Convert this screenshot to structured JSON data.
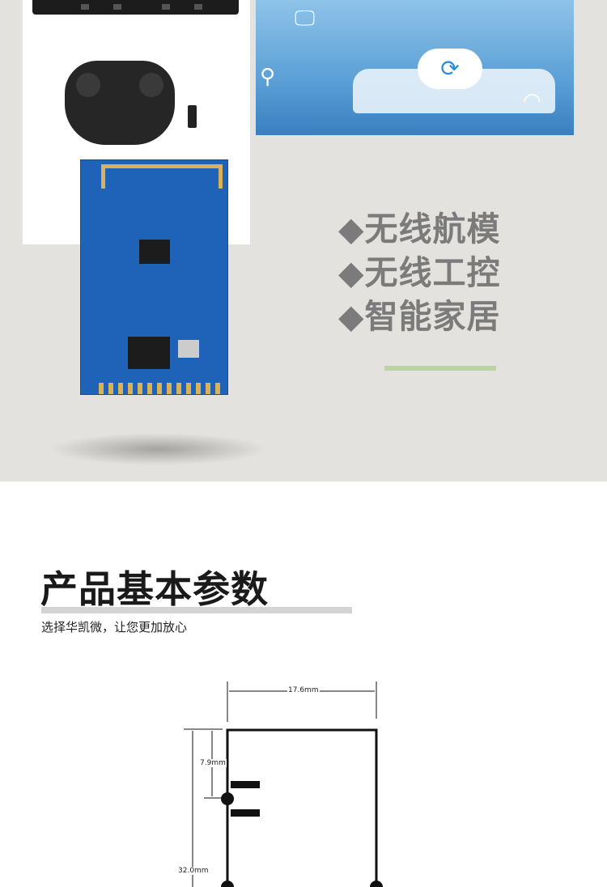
{
  "features": [
    {
      "icon": "◆",
      "label": "无线航模"
    },
    {
      "icon": "◆",
      "label": "无线工控"
    },
    {
      "icon": "◆",
      "label": "智能家居"
    }
  ],
  "section": {
    "title": "产品基本参数",
    "subtitle": "选择华凯微，让您更加放心"
  },
  "diagram": {
    "width": "17.6mm",
    "antenna_offset": "7.9mm",
    "height": "32.0mm"
  },
  "colors": {
    "background": "#e3e2de",
    "accent": "#bcd3a6",
    "pcb": "#1f63b8"
  }
}
